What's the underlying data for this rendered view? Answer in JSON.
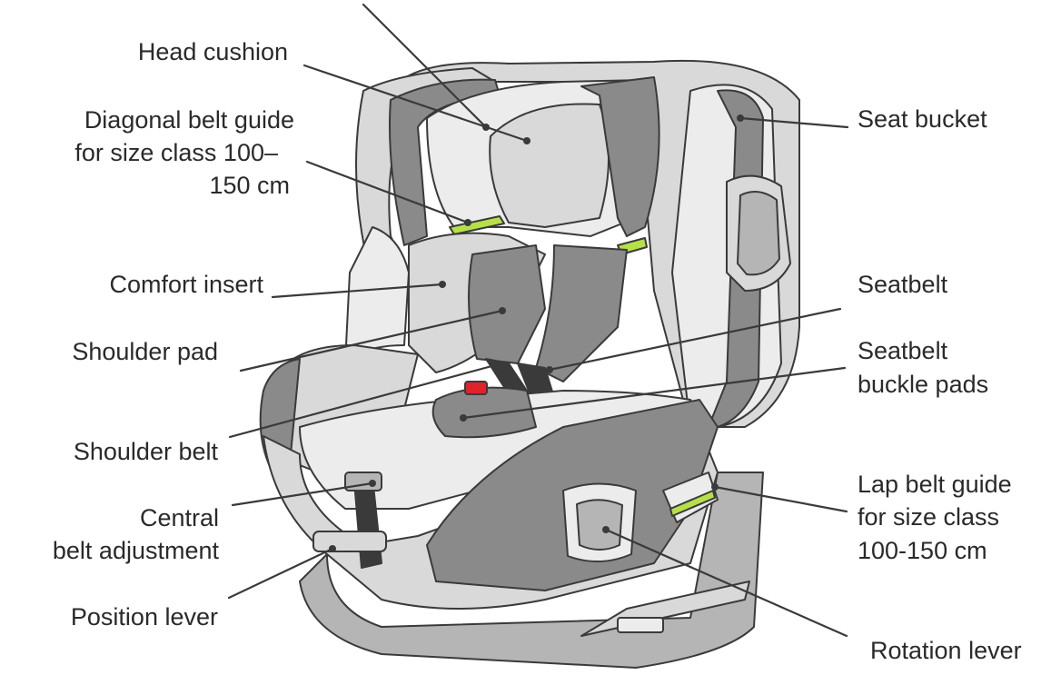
{
  "labels": {
    "head_cushion": "Head cushion",
    "diagonal_belt_guide_1": "Diagonal belt guide",
    "diagonal_belt_guide_2": "for size class 100–",
    "diagonal_belt_guide_3": "150 cm",
    "comfort_insert": "Comfort insert",
    "shoulder_pad": "Shoulder pad",
    "shoulder_belt": "Shoulder belt",
    "central_belt_1": "Central",
    "central_belt_2": "belt adjustment",
    "position_lever": "Position lever",
    "seat_bucket": "Seat bucket",
    "seatbelt": "Seatbelt",
    "buckle_pads_1": "Seatbelt",
    "buckle_pads_2": "buckle pads",
    "lap_belt_guide_1": "Lap belt guide",
    "lap_belt_guide_2": "for size class",
    "lap_belt_guide_3": "100-150 cm",
    "rotation_lever": "Rotation lever"
  },
  "colors": {
    "outline": "#3a3a3a",
    "dark_grey": "#8a8a8a",
    "mid_grey": "#b5b5b5",
    "light_grey": "#d9d9d9",
    "very_light": "#ececec",
    "accent_green": "#b6e04a",
    "buckle_red": "#e0222b"
  }
}
